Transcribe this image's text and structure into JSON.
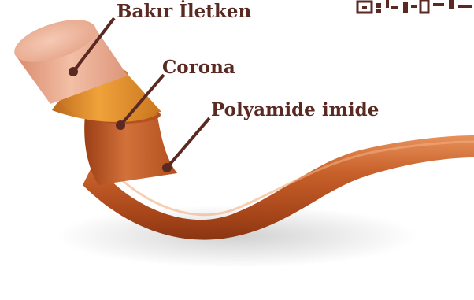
{
  "labels": {
    "conductor": "Bakır İletken",
    "corona": "Corona",
    "polyamide_imide": "Polyamide imide"
  },
  "colors": {
    "label_text": "#5a2a22",
    "leader_line": "#5a2a22",
    "conductor_copper": "#e9a58a",
    "corona_layer": "#d7831f",
    "pai_layer": "#b9521e"
  },
  "icons": {
    "corner_mark": "qr-code-fragment-icon"
  }
}
